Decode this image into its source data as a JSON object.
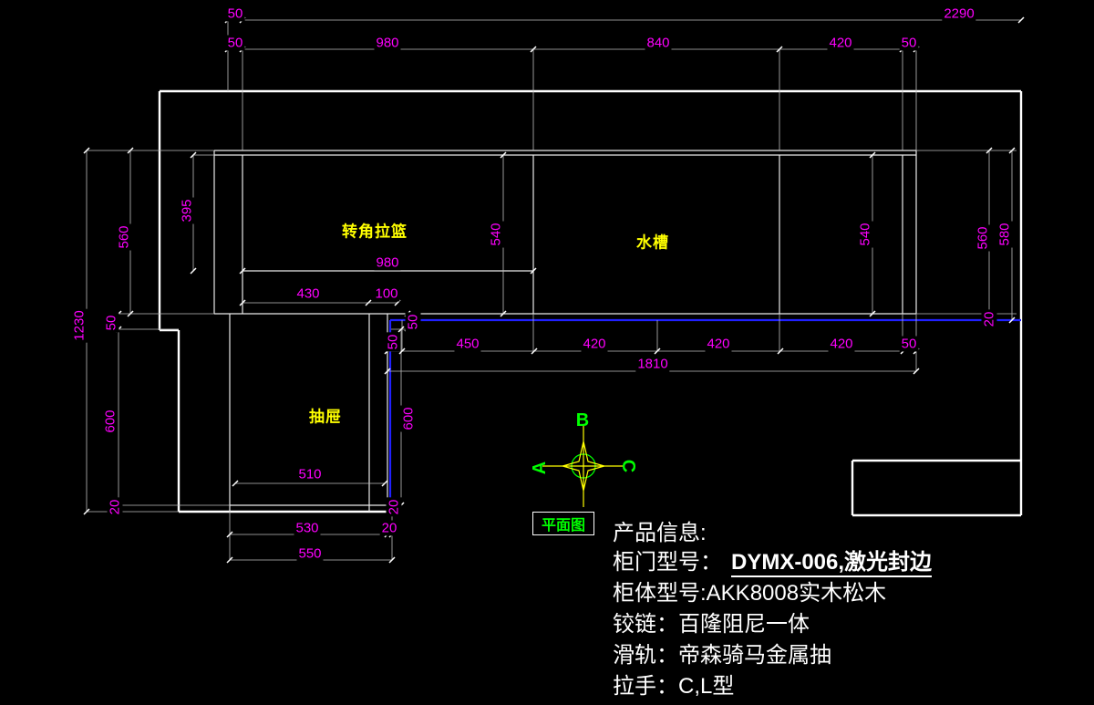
{
  "colors": {
    "background": "#000000",
    "line": "#ffffff",
    "dimension_text": "#ff00ff",
    "zone_label": "#ffff00",
    "compass": "#00ff00",
    "highlight_line": "#2020ff"
  },
  "dims": {
    "top_row1": [
      "50",
      "2290"
    ],
    "top_row2": [
      "50",
      "980",
      "840",
      "420",
      "50"
    ],
    "left": [
      "1230",
      "560",
      "50",
      "600",
      "20",
      "395"
    ],
    "right": [
      "560",
      "580",
      "20",
      "540"
    ],
    "inner": [
      "540",
      "980",
      "430",
      "100"
    ],
    "run": [
      "50",
      "450",
      "420",
      "420",
      "420",
      "50",
      "1810"
    ],
    "corner": [
      "50",
      "600"
    ],
    "drawer": [
      "510",
      "530",
      "20",
      "20",
      "550"
    ]
  },
  "zones": {
    "corner_basket": "转角拉篮",
    "sink": "水槽",
    "drawer": "抽屉"
  },
  "compass": {
    "top": "B",
    "left": "A",
    "right": "C"
  },
  "plan_label": "平面图",
  "product_info": {
    "heading": "产品信息:",
    "door_label": "柜门型号：",
    "door_value": "DYMX-006,激光封边",
    "body_model": "柜体型号:AKK8008实木松木",
    "hinge": "铰链：百隆阻尼一体",
    "slide": "滑轨：帝森骑马金属抽",
    "handle": "拉手：C,L型"
  }
}
